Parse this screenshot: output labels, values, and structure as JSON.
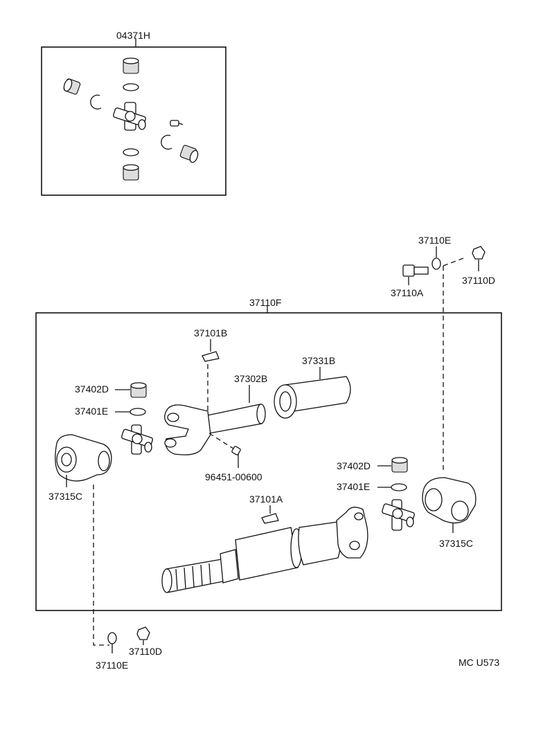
{
  "labels": {
    "kit": "04371H",
    "assembly": "37110F",
    "p_37110E_top": "37110E",
    "p_37110A": "37110A",
    "p_37110D_top": "37110D",
    "p_37101B": "37101B",
    "p_37331B": "37331B",
    "p_37302B": "37302B",
    "p_37402D_left": "37402D",
    "p_37401E_left": "37401E",
    "p_37315C_left": "37315C",
    "p_96451": "96451-00600",
    "p_37402D_right": "37402D",
    "p_37401E_right": "37401E",
    "p_37101A": "37101A",
    "p_37315C_right": "37315C",
    "p_37110D_bottom": "37110D",
    "p_37110E_bottom": "37110E",
    "code": "MC  U573"
  }
}
